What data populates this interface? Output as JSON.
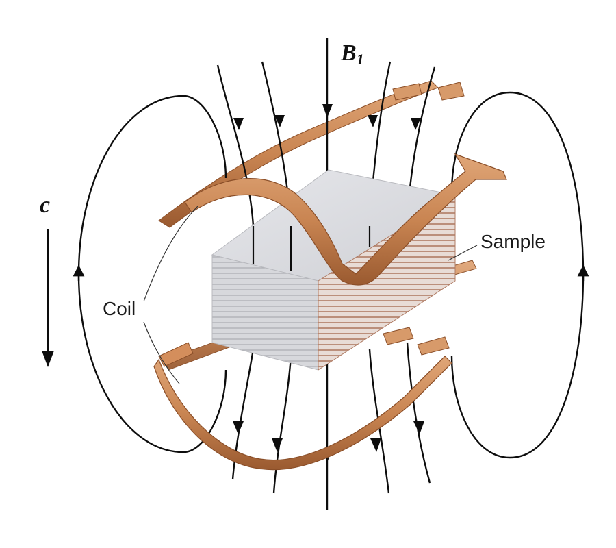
{
  "labels": {
    "field": "B",
    "field_subscript": "1",
    "axis": "c",
    "coil": "Coil",
    "sample": "Sample"
  },
  "colors": {
    "field_lines": "#0d0d0d",
    "coil": "#c98552",
    "coil_dark": "#8a4e28",
    "sample_top": "#dcdde2",
    "sample_side": "#c9cacf",
    "sample_laminations": "#b3876f"
  }
}
